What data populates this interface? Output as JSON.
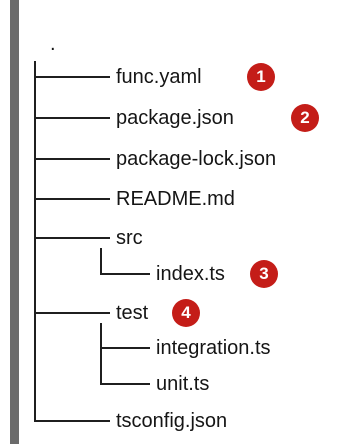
{
  "theme": {
    "bar_color": "#6b6b6b",
    "badge_color": "#c41d18"
  },
  "tree": {
    "root": ".",
    "items": [
      {
        "label": "func.yaml",
        "badge": "1"
      },
      {
        "label": "package.json",
        "badge": "2"
      },
      {
        "label": "package-lock.json",
        "badge": ""
      },
      {
        "label": "README.md",
        "badge": ""
      },
      {
        "label": "src",
        "badge": ""
      },
      {
        "label": "index.ts",
        "badge": "3"
      },
      {
        "label": "test",
        "badge": "4"
      },
      {
        "label": "integration.ts",
        "badge": ""
      },
      {
        "label": "unit.ts",
        "badge": ""
      },
      {
        "label": "tsconfig.json",
        "badge": ""
      }
    ]
  }
}
